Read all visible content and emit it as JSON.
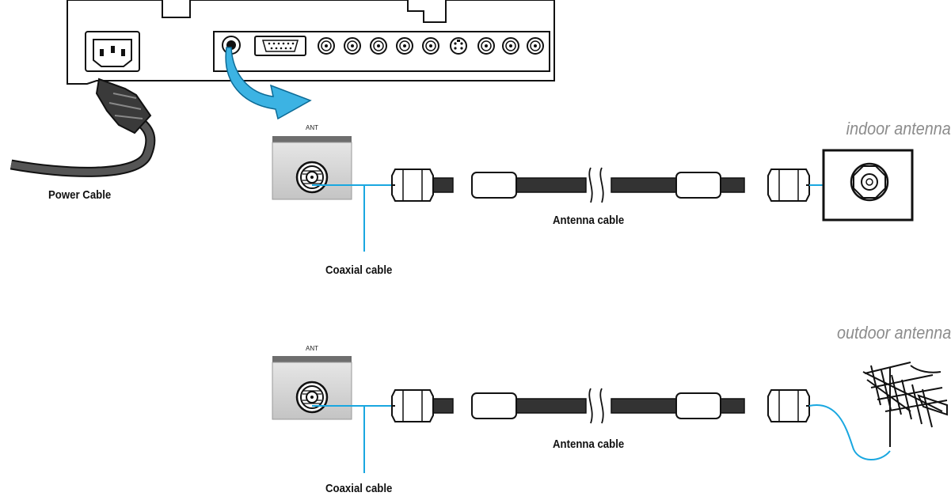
{
  "labels": {
    "power_cable": "Power Cable",
    "ant_top": "ANT",
    "ant_bottom": "ANT",
    "indoor_antenna": "indoor antenna",
    "outdoor_antenna": "outdoor antenna",
    "antenna_cable_top": "Antenna cable",
    "antenna_cable_bottom": "Antenna cable",
    "coaxial_cable_top": "Coaxial cable",
    "coaxial_cable_bottom": "Coaxial cable"
  },
  "colors": {
    "signal_line": "#19a7e0",
    "arrow_fill": "#3cb3e3",
    "cable_body": "#2e2e2e",
    "panel_gray": "#cfcfcf",
    "caption_gray": "#8c8c8c"
  },
  "icons": [
    "power-socket-icon",
    "vga-port-icon",
    "rca-jack-icon",
    "s-video-port-icon",
    "coax-connector-icon",
    "yagi-antenna-icon"
  ]
}
